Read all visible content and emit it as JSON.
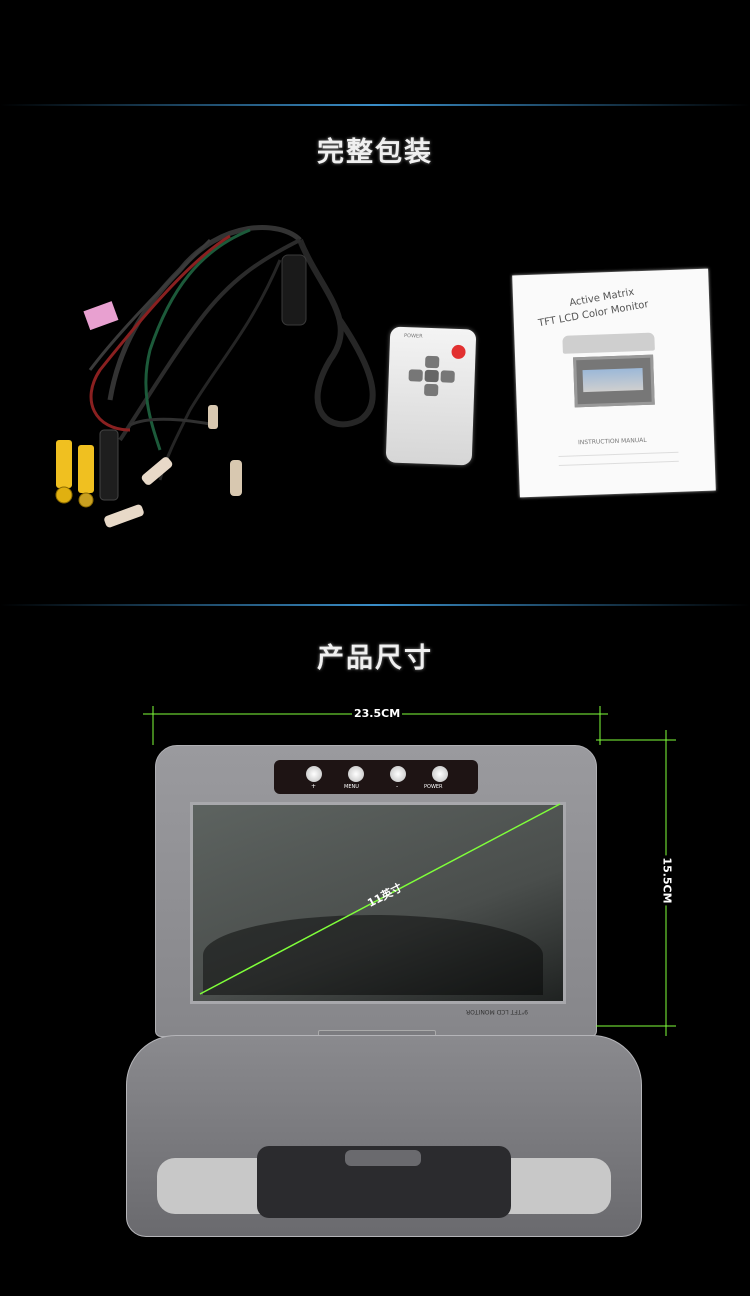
{
  "section1": {
    "title": "完整包装"
  },
  "section2": {
    "title": "产品尺寸"
  },
  "manual": {
    "line1": "Active Matrix",
    "line2": "TFT LCD Color Monitor",
    "subtitle": "INSTRUCTION MANUAL"
  },
  "remote": {
    "top_label": "POWER"
  },
  "dimensions": {
    "width": "23.5CM",
    "height": "15.5CM",
    "diagonal": "11英寸"
  },
  "monitor": {
    "buttons": [
      "+",
      "MENU",
      "-",
      "POWER"
    ],
    "bezel_text": "9\"TFT LCD MONITOR"
  },
  "colors": {
    "divider": "#3a8ec8",
    "dimension_line": "#7fff3a",
    "body": "#8f8f93"
  }
}
